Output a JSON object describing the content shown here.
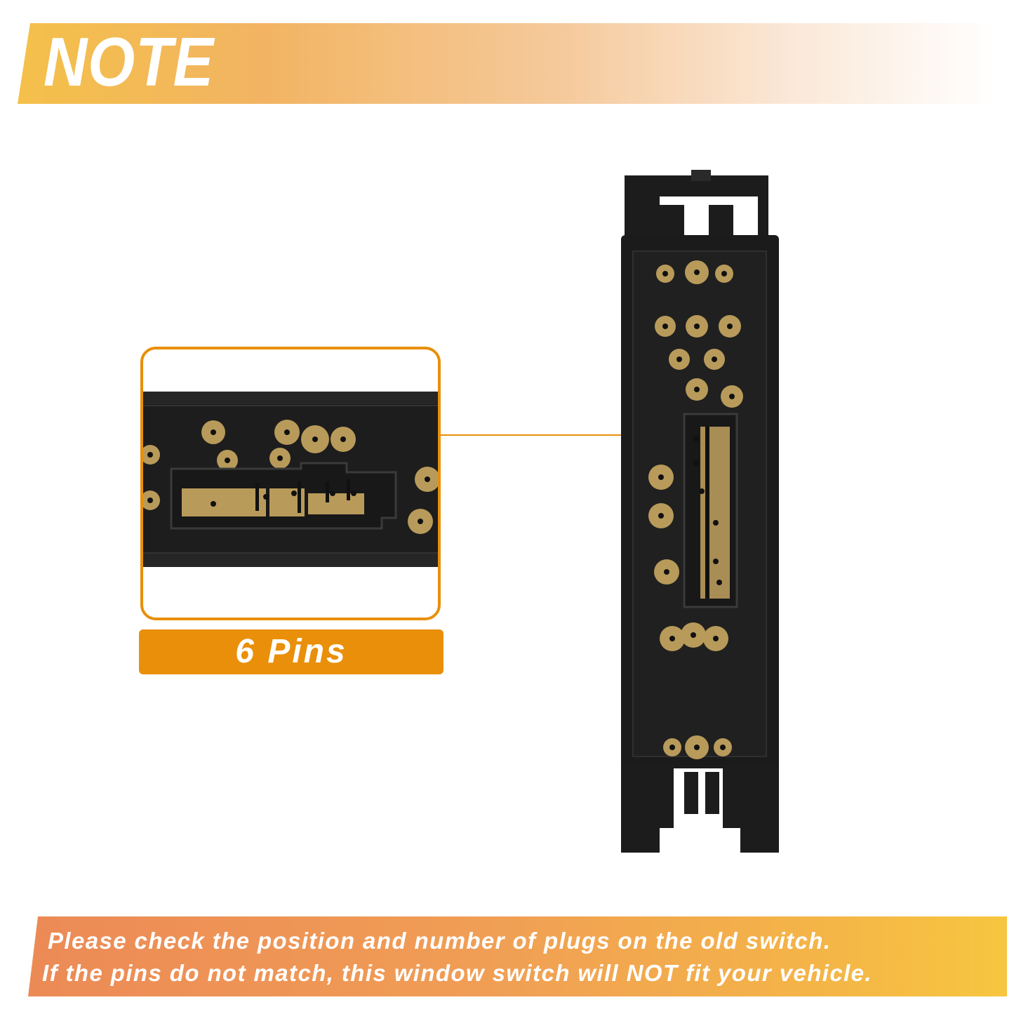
{
  "header": {
    "title": "NOTE"
  },
  "callout": {
    "label": "6 Pins"
  },
  "footer": {
    "line1": "Please check the position and number of plugs on the old switch.",
    "line2": "If the pins do not match, this window switch will NOT fit your vehicle."
  },
  "colors": {
    "accent": "#e98f0a",
    "part_body": "#1c1c1c",
    "contact": "#b89a5a"
  }
}
